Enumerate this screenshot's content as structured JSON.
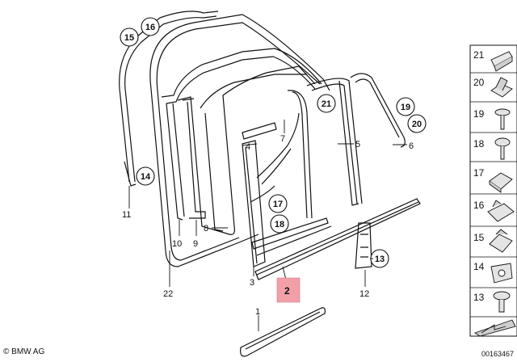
{
  "parts": [
    {
      "id": "p1",
      "label": "1",
      "circled": false
    },
    {
      "id": "p2",
      "label": "2",
      "circled": false,
      "highlight": true
    },
    {
      "id": "p3",
      "label": "3",
      "circled": false
    },
    {
      "id": "p4",
      "label": "4",
      "circled": false
    },
    {
      "id": "p5",
      "label": "5",
      "circled": false
    },
    {
      "id": "p6",
      "label": "6",
      "circled": false
    },
    {
      "id": "p7",
      "label": "7",
      "circled": false
    },
    {
      "id": "p8",
      "label": "8",
      "circled": false
    },
    {
      "id": "p9",
      "label": "9",
      "circled": false
    },
    {
      "id": "p10",
      "label": "10",
      "circled": false
    },
    {
      "id": "p11",
      "label": "11",
      "circled": false
    },
    {
      "id": "p12",
      "label": "12",
      "circled": false
    },
    {
      "id": "p13",
      "label": "13",
      "circled": true
    },
    {
      "id": "p14",
      "label": "14",
      "circled": true
    },
    {
      "id": "p15",
      "label": "15",
      "circled": true
    },
    {
      "id": "p16",
      "label": "16",
      "circled": true
    },
    {
      "id": "p17",
      "label": "17",
      "circled": true
    },
    {
      "id": "p18",
      "label": "18",
      "circled": true
    },
    {
      "id": "p19",
      "label": "19",
      "circled": true
    },
    {
      "id": "p20",
      "label": "20",
      "circled": true
    },
    {
      "id": "p21",
      "label": "21",
      "circled": true
    },
    {
      "id": "p22",
      "label": "22",
      "circled": false
    }
  ],
  "side_panel": [
    "21",
    "20",
    "19",
    "18",
    "17",
    "16",
    "15",
    "14",
    "13"
  ],
  "highlight_color": "#f2a0a8",
  "footer": {
    "copyright": "© BMW AG",
    "doc_id": "00163467"
  }
}
